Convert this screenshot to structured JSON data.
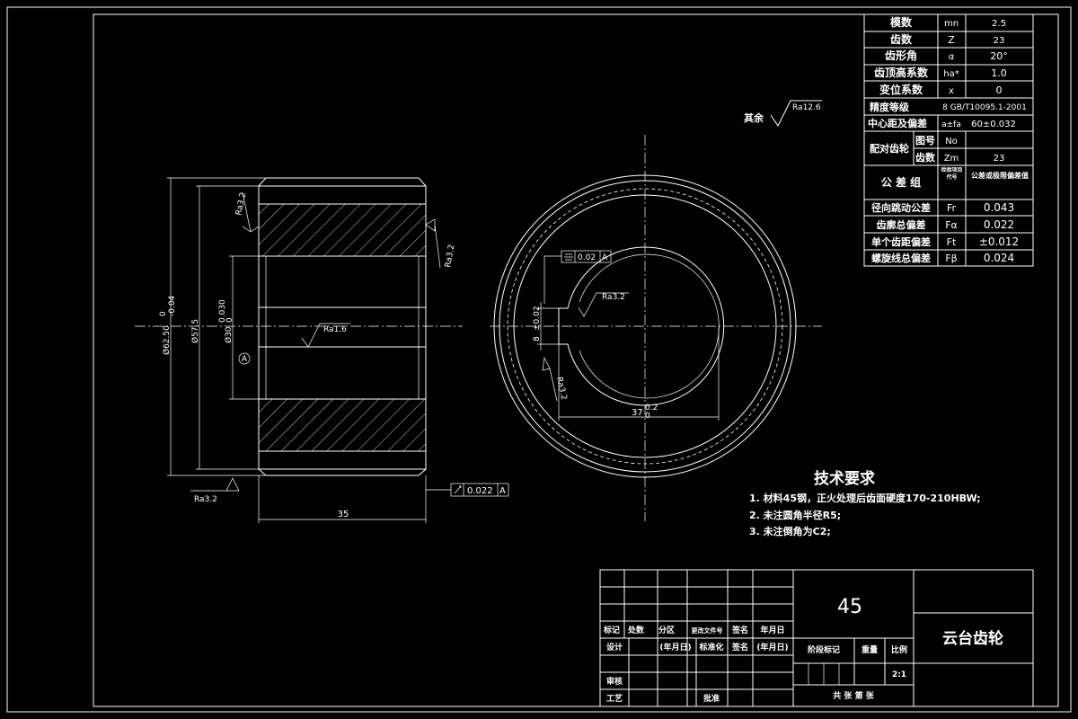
{
  "spec_table": {
    "rows": [
      {
        "name": "模数",
        "symbol": "mn",
        "value": "2.5"
      },
      {
        "name": "齿数",
        "symbol": "Z",
        "value": "23"
      },
      {
        "name": "齿形角",
        "symbol": "α",
        "value": "20°"
      },
      {
        "name": "齿顶高系数",
        "symbol": "ha*",
        "value": "1.0"
      },
      {
        "name": "变位系数",
        "symbol": "x",
        "value": "0"
      },
      {
        "name": "精度等级",
        "symbol": "",
        "value": "8 GB/T10095.1-2001"
      },
      {
        "name": "中心距及偏差",
        "symbol": "a±fa",
        "value": "60±0.032"
      }
    ],
    "mating_gear": {
      "label": "配对齿轮",
      "drawing_no_label": "图号",
      "drawing_no_symbol": "No",
      "drawing_no_value": "",
      "teeth_label": "齿数",
      "teeth_symbol": "Zm",
      "teeth_value": "23"
    },
    "tolerance_header": {
      "label": "公 差 组",
      "col2": "检验项目代号",
      "col3": "公差或极限偏差值"
    },
    "tolerances": [
      {
        "name": "径向跳动公差",
        "symbol": "Fr",
        "value": "0.043"
      },
      {
        "name": "齿廓总偏差",
        "symbol": "Fα",
        "value": "0.022"
      },
      {
        "name": "单个齿距偏差",
        "symbol": "Ft",
        "value": "±0.012"
      },
      {
        "name": "螺旋线总偏差",
        "symbol": "Fβ",
        "value": "0.024"
      }
    ]
  },
  "roughness": {
    "general": "其余",
    "general_value": "Ra12.6",
    "left_top": "Ra3.2",
    "right": "Ra3.2",
    "bore": "Ra1.6",
    "bottom": "Ra3.2",
    "keyway_top": "Ra3.2",
    "keyway_side": "Ra3.2"
  },
  "dimensions": {
    "outer_dia": "Ø62.50",
    "outer_tol_top": "0",
    "outer_tol_bottom": "-0.04",
    "root_dia": "Ø57.5",
    "bore_dia": "Ø30",
    "bore_tol_top": "0.030",
    "bore_tol_bottom": "0",
    "width": "35",
    "keyway_width": "8",
    "keyway_tol": "±0.02",
    "keyway_depth": "37",
    "keyway_depth_tol_top": "0.2",
    "keyway_depth_tol_bottom": "0",
    "datum": "A",
    "runout_tol": "0.022",
    "symmetry_tol": "0.02"
  },
  "tech_req": {
    "title": "技术要求",
    "items": [
      "1. 材料45钢，正火处理后齿面硬度170-210HBW;",
      "2. 未注圆角半径R5;",
      "3. 未注倒角为C2;"
    ]
  },
  "title_block": {
    "material": "45",
    "part_name": "云台齿轮",
    "row_labels": [
      "标记",
      "处数",
      "分区",
      "更改文件号",
      "签名",
      "年月日"
    ],
    "design": "设计",
    "date1": "(年月日)",
    "standard": "标准化",
    "sign": "签名",
    "date2": "(年月日)",
    "stage": "阶段标记",
    "weight": "重量",
    "scale_label": "比例",
    "scale": "2:1",
    "check": "审核",
    "process": "工艺",
    "approve": "批准",
    "sheets": "共  张  第  张"
  }
}
